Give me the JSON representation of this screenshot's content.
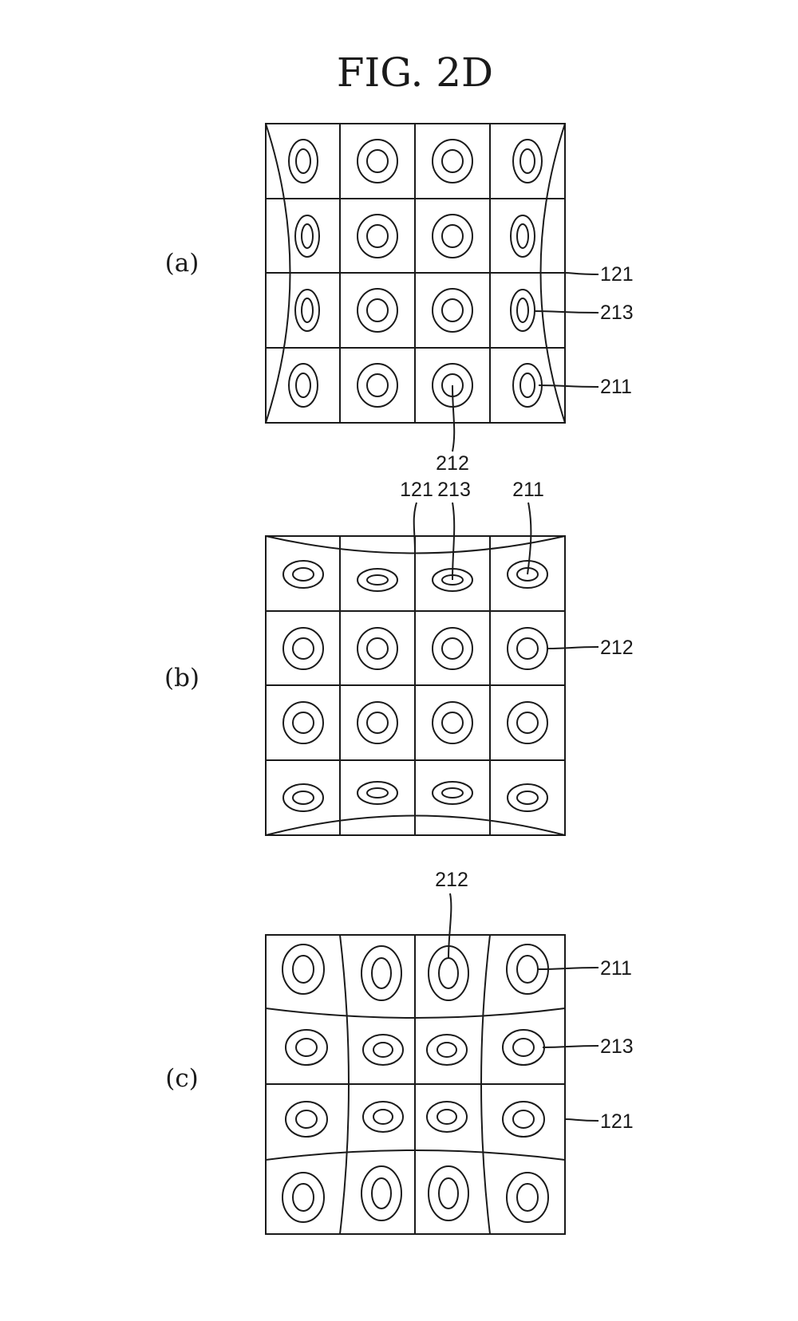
{
  "figure": {
    "title": "FIG. 2D",
    "panels": [
      {
        "label": "(a)",
        "refs": {
          "r121": "121",
          "r213": "213",
          "r211": "211",
          "r212": "212"
        }
      },
      {
        "label": "(b)",
        "refs": {
          "r121": "121",
          "r213": "213",
          "r211": "211",
          "r212": "212"
        }
      },
      {
        "label": "(c)",
        "refs": {
          "r212": "212",
          "r211": "211",
          "r213": "213",
          "r121": "121"
        }
      }
    ]
  }
}
